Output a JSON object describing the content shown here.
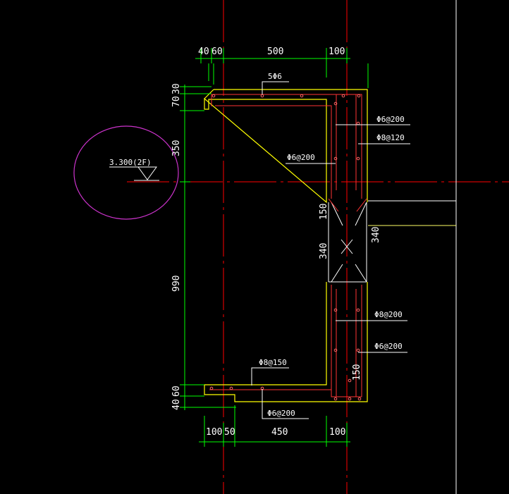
{
  "colors": {
    "background": "#000000",
    "axis": "#ff0000",
    "outline": "#ffff00",
    "rebar": "#ff0000",
    "dimension": "#00ff00",
    "leader": "#ffffff",
    "symbol_circle": "#cc33cc"
  },
  "dims_top": [
    "40",
    "60",
    "500",
    "100"
  ],
  "dims_left": [
    "70",
    "30",
    "350",
    "990",
    "40",
    "60"
  ],
  "dims_bottom": [
    "100",
    "50",
    "450",
    "100"
  ],
  "level_mark": "3.300(2F)",
  "rebar_labels": {
    "top_bars": "5Φ6",
    "right_top_1": "Φ6@200",
    "right_top_2": "Φ8@120",
    "inner_left": "Φ6@200",
    "right_mid": "Φ8@200",
    "right_low": "Φ6@200",
    "bottom_top": "Φ8@150",
    "bottom_under": "Φ6@200"
  },
  "opening_dims": {
    "left_150": "150",
    "left_340": "340",
    "right_340": "340",
    "bottom_150": "150"
  }
}
